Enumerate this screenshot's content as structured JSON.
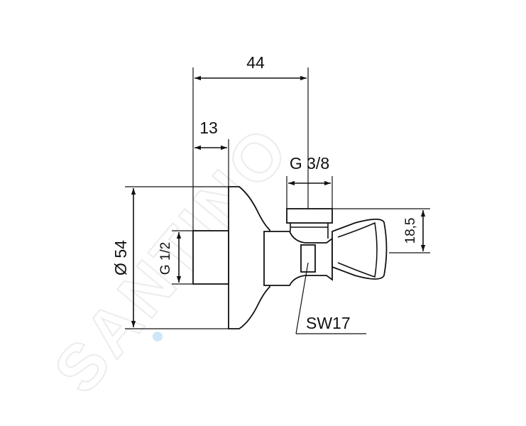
{
  "drawing": {
    "dim_overall": "44",
    "dim_thread_depth": "13",
    "dim_outlet_thread": "G 3/8",
    "dim_diameter": "Ø 54",
    "dim_inlet_thread": "G 1/2",
    "dim_handle_height": "18,5",
    "label_wrench_size": "SW17",
    "watermark": "SANTINO",
    "watermark_color": "#ececec",
    "accent_dot_color": "#cfe6f7"
  }
}
